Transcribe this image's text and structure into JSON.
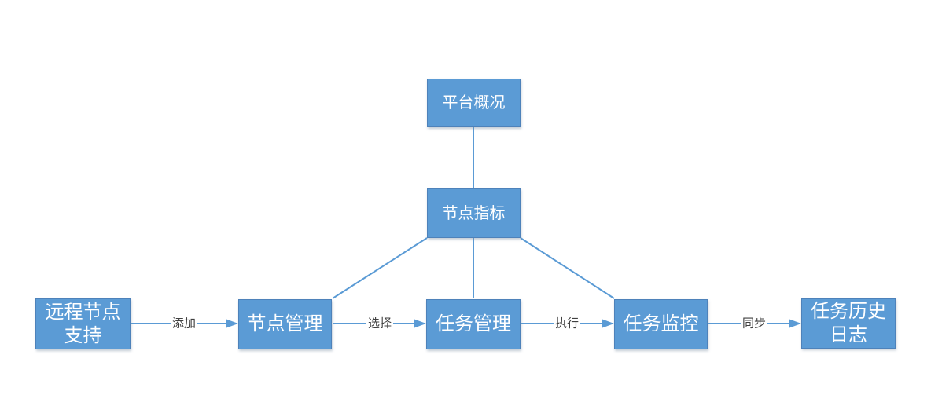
{
  "diagram": {
    "background": "#ffffff",
    "colors": {
      "node_fill": "#5b9bd5",
      "node_border": "#4e82ba",
      "node_text": "#ffffff",
      "connector": "#5b9bd5",
      "edge_label_color": "#404040"
    },
    "nodes": [
      {
        "id": "platform-overview",
        "label": "平台概况"
      },
      {
        "id": "node-metrics",
        "label": "节点指标"
      },
      {
        "id": "remote-node-support",
        "label": "远程节点支持"
      },
      {
        "id": "node-management",
        "label": "节点管理"
      },
      {
        "id": "task-management",
        "label": "任务管理"
      },
      {
        "id": "task-monitoring",
        "label": "任务监控"
      },
      {
        "id": "task-history-log",
        "label": "任务历史日志"
      }
    ],
    "edges": [
      {
        "from": "platform-overview",
        "to": "node-metrics",
        "label": "",
        "arrow": false
      },
      {
        "from": "node-metrics",
        "to": "node-management",
        "label": "",
        "arrow": false
      },
      {
        "from": "node-metrics",
        "to": "task-management",
        "label": "",
        "arrow": false
      },
      {
        "from": "node-metrics",
        "to": "task-monitoring",
        "label": "",
        "arrow": false
      },
      {
        "from": "remote-node-support",
        "to": "node-management",
        "label": "添加",
        "arrow": true
      },
      {
        "from": "node-management",
        "to": "task-management",
        "label": "选择",
        "arrow": true
      },
      {
        "from": "task-management",
        "to": "task-monitoring",
        "label": "执行",
        "arrow": true
      },
      {
        "from": "task-monitoring",
        "to": "task-history-log",
        "label": "同步",
        "arrow": true
      }
    ]
  }
}
